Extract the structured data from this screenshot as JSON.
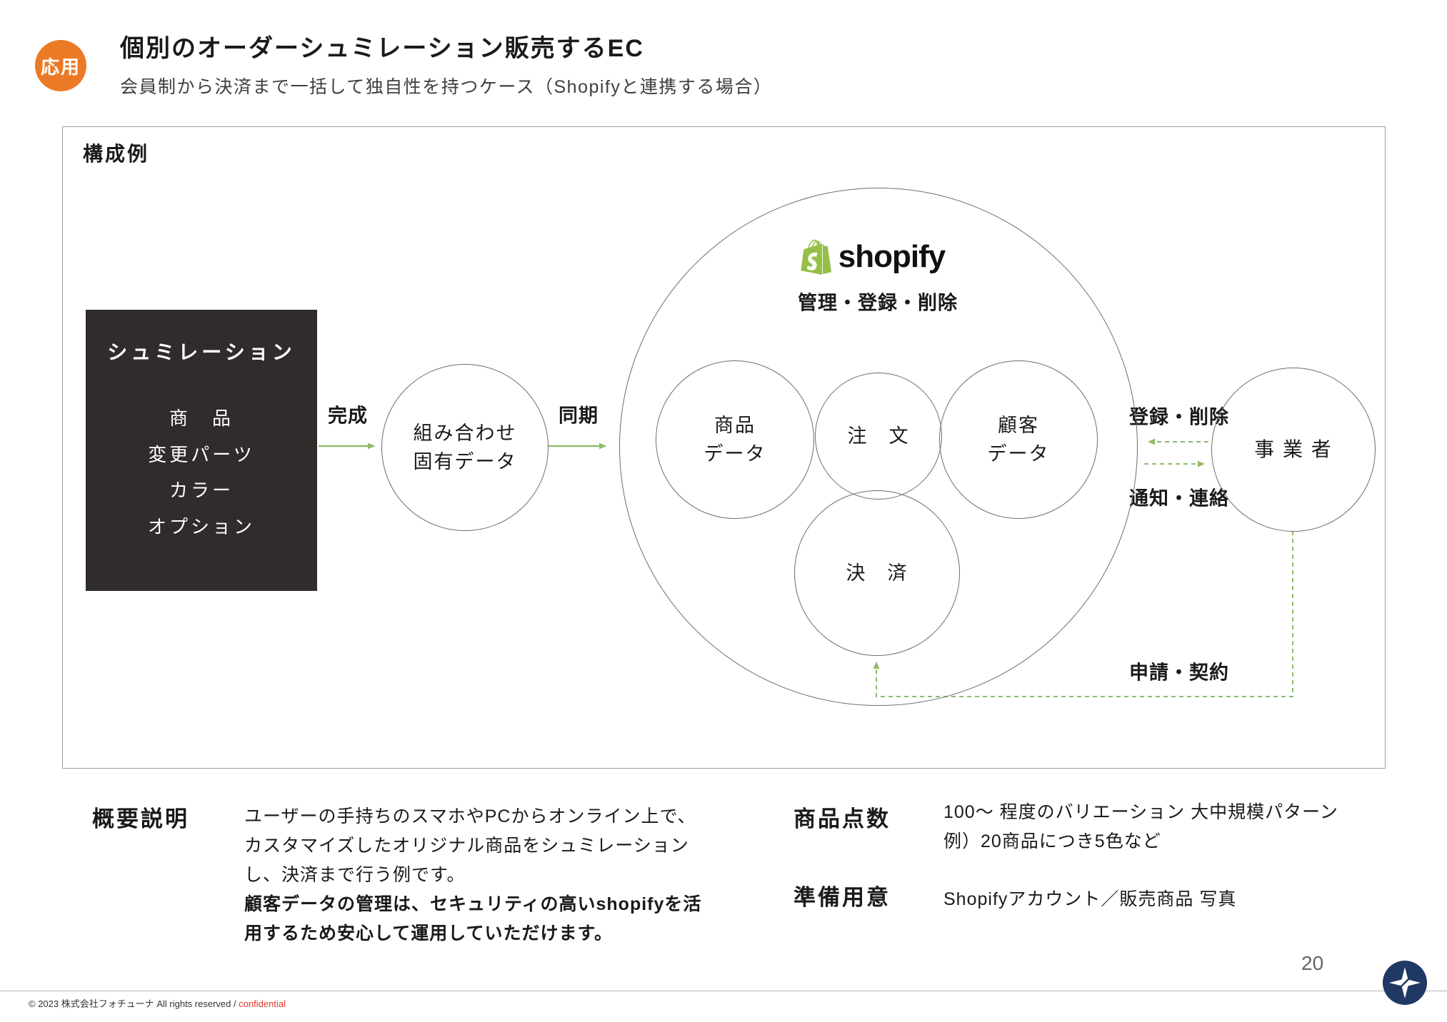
{
  "header": {
    "badge": "応用",
    "title": "個別のオーダーシュミレーション販売するEC",
    "subtitle": "会員制から決済まで一括して独自性を持つケース（Shopifyと連携する場合）"
  },
  "diagram": {
    "frame_label": "構成例",
    "simulation": {
      "title": "シュミレーション",
      "items": [
        "商　品",
        "変更パーツ",
        "カラー",
        "オプション"
      ]
    },
    "flow_labels": {
      "complete": "完成",
      "sync": "同期",
      "register_delete": "登録・削除",
      "notify_contact": "通知・連絡",
      "apply_contract": "申請・契約"
    },
    "combo_circle": {
      "line1": "組み合わせ",
      "line2": "固有データ"
    },
    "shopify": {
      "wordmark": "shopify",
      "caption": "管理・登録・削除"
    },
    "circles": {
      "product_line1": "商品",
      "product_line2": "データ",
      "order": "注　文",
      "customer_line1": "顧客",
      "customer_line2": "データ",
      "payment": "決　済",
      "business": "事 業 者"
    }
  },
  "summary": {
    "heading": "概要説明",
    "line1": "ユーザーの手持ちのスマホやPCからオンライン上で、",
    "line2": "カスタマイズしたオリジナル商品をシュミレーション",
    "line3": "し、決済まで行う例です。",
    "line4": "顧客データの管理は、セキュリティの高いshopifyを活",
    "line5": "用するため安心して運用していただけます。"
  },
  "specs": {
    "item_count_label": "商品点数",
    "item_count_line1": "100〜 程度のバリエーション 大中規模パターン",
    "item_count_line2": "例）20商品につき5色など",
    "prep_label": "準備用意",
    "prep_text": "Shopifyアカウント／販売商品 写真"
  },
  "footer": {
    "page_number": "20",
    "copyright": "© 2023 株式会社フォチューナ All rights reserved / ",
    "confidential": "confidential"
  },
  "colors": {
    "accent_orange": "#EB7A26",
    "arrow_green": "#8FBC6E",
    "dark_panel": "#302C2B",
    "shopify_green": "#95BF47",
    "confidential_red": "#E8342C",
    "logo_navy": "#1F3864"
  }
}
